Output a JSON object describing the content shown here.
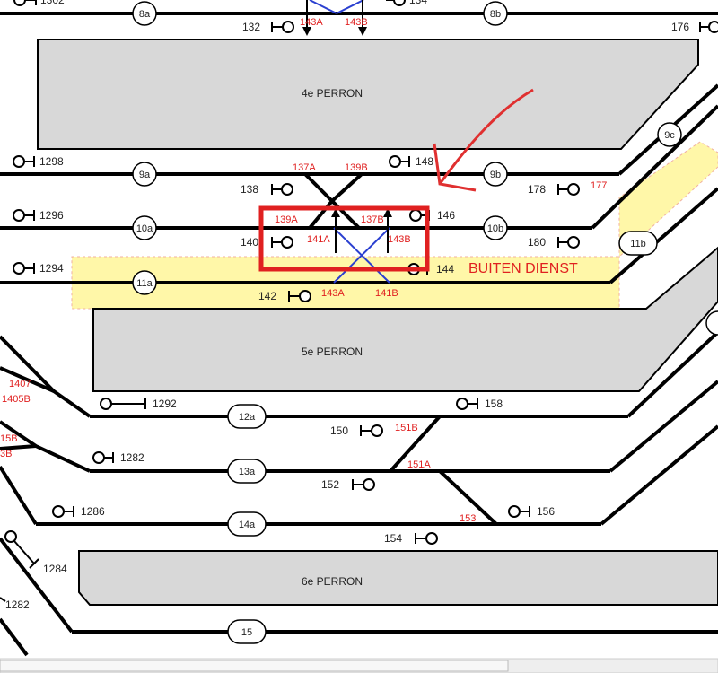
{
  "platforms": {
    "p4": "4e PERRON",
    "p5": "5e PERRON",
    "p6": "6e PERRON"
  },
  "blocks": {
    "b8a": "8a",
    "b8b": "8b",
    "b9a": "9a",
    "b9b": "9b",
    "b9c": "9c",
    "b10a": "10a",
    "b10b": "10b",
    "b11a": "11a",
    "b11b": "11b",
    "b12a": "12a",
    "b13a": "13a",
    "b14a": "14a",
    "b15": "15"
  },
  "signals": {
    "s1302": "1302",
    "s134": "134",
    "s132": "132",
    "s176": "176",
    "s1298": "1298",
    "s148": "148",
    "s138": "138",
    "s178": "178",
    "s1296": "1296",
    "s146": "146",
    "s140": "140",
    "s180": "180",
    "s1294": "1294",
    "s144": "144",
    "s142": "142",
    "s1292": "1292",
    "s158": "158",
    "s150": "150",
    "s1282a": "1282",
    "s152": "152",
    "s1286": "1286",
    "s156": "156",
    "s154": "154",
    "s1284": "1284",
    "s1282b": "1282"
  },
  "switches": {
    "w143A_top": "143A",
    "w143B_top": "143B",
    "w137A": "137A",
    "w139B": "139B",
    "w139A": "139A",
    "w137B": "137B",
    "w141A": "141A",
    "w143B": "143B",
    "w143A": "143A",
    "w141B": "141B",
    "w177": "177",
    "w1407": "1407",
    "w1405B": "1405B",
    "w15B": "15B",
    "w3B": "3B",
    "w151B": "151B",
    "w151A": "151A",
    "w153": "153"
  },
  "annotation": {
    "out_of_service": "BUITEN DIENST"
  },
  "colors": {
    "highlight_box": "#e02020",
    "arrow": "#e03030",
    "out_of_service_area": "#fff7a8",
    "switch_crossing": "#2a3fd0",
    "platform_fill": "#d8d8d8"
  }
}
